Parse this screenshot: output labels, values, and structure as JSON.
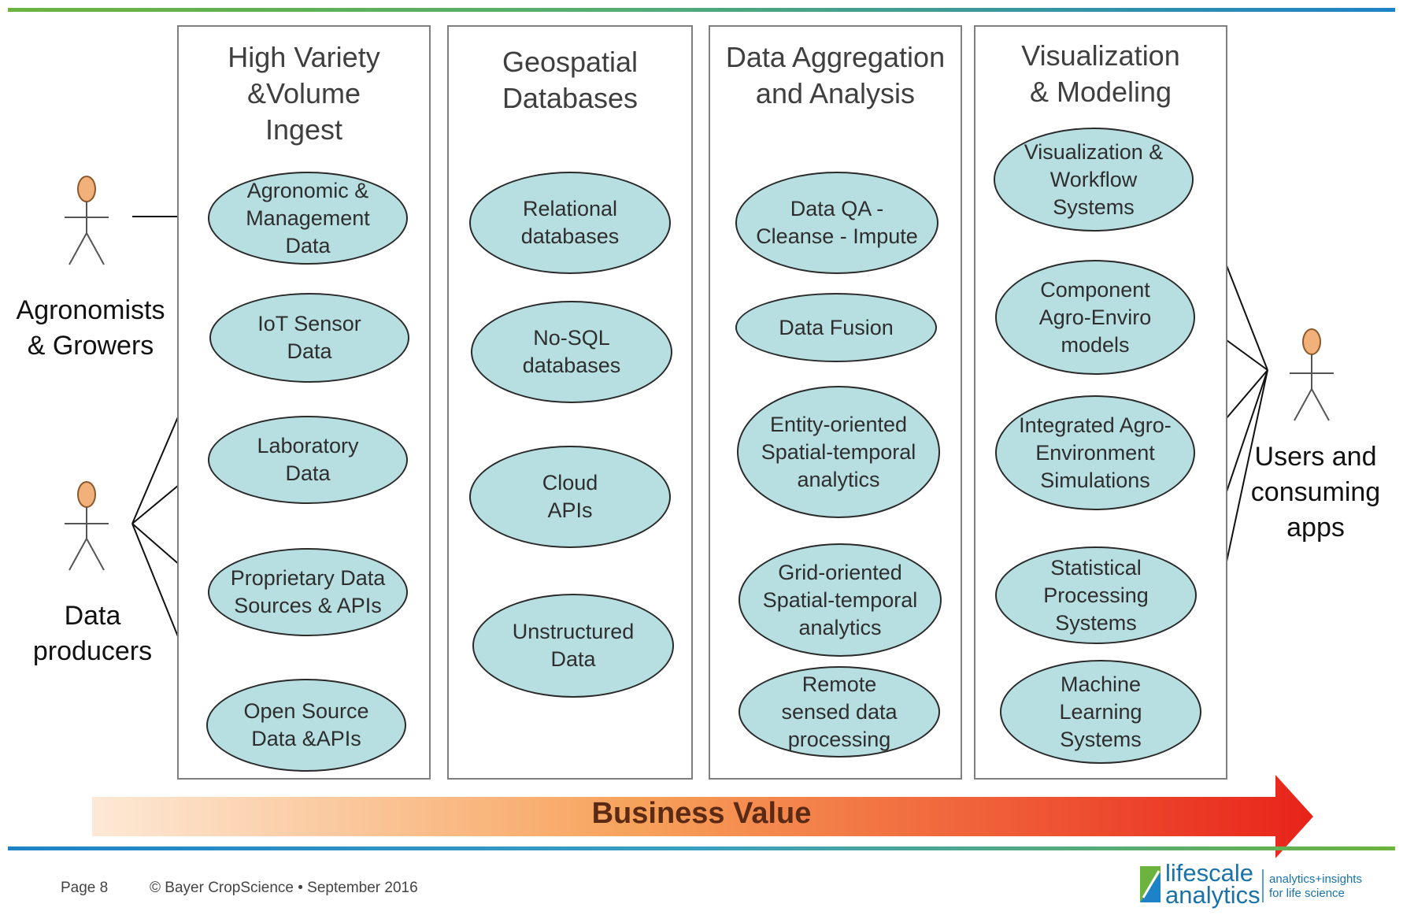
{
  "columns": [
    {
      "title": "High Variety\n&Volume\nIngest"
    },
    {
      "title": "Geospatial\nDatabases"
    },
    {
      "title": "Data Aggregation\nand Analysis"
    },
    {
      "title": "Visualization\n& Modeling"
    }
  ],
  "ingest": [
    "Agronomic &\nManagement\nData",
    "IoT Sensor\nData",
    "Laboratory\nData",
    "Proprietary Data\nSources & APIs",
    "Open Source\nData &APIs"
  ],
  "databases": [
    "Relational\ndatabases",
    "No-SQL\ndatabases",
    "Cloud\nAPIs",
    "Unstructured\nData"
  ],
  "analysis": [
    "Data QA -\nCleanse - Impute",
    "Data Fusion",
    "Entity-oriented\nSpatial-temporal\nanalytics",
    "Grid-oriented\nSpatial-temporal\nanalytics",
    "Remote\nsensed data\nprocessing"
  ],
  "modeling": [
    "Visualization &\nWorkflow\nSystems",
    "Component\nAgro-Enviro\nmodels",
    "Integrated Agro-\nEnvironment\nSimulations",
    "Statistical\nProcessing\nSystems",
    "Machine\nLearning\nSystems"
  ],
  "actors": {
    "growers": "Agronomists\n& Growers",
    "producers": "Data\nproducers",
    "users": "Users and\nconsuming\napps"
  },
  "arrow_label": "Business Value",
  "footer": {
    "page": "Page 8",
    "copyright": "© Bayer CropScience • September 2016"
  },
  "logo": {
    "line1": "lifescale",
    "line2": "analytics",
    "tagline1": "analytics+insights",
    "tagline2": "for life science"
  },
  "colors": {
    "ellipse_fill": "#b7dfe1",
    "arrow_start": "#fde3cc",
    "arrow_end": "#e8231a",
    "actor_head": "#f2b07a"
  }
}
